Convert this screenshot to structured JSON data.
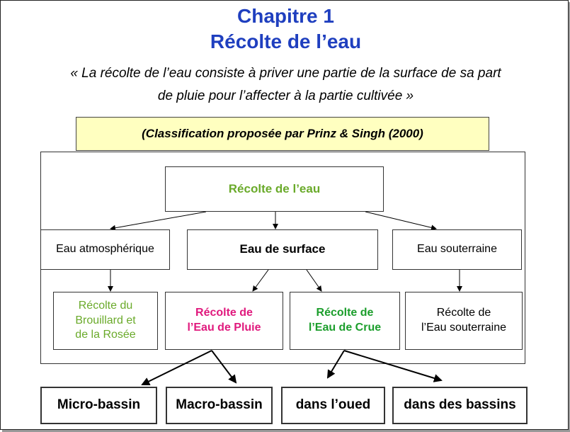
{
  "header": {
    "title_line1": "Chapitre 1",
    "title_line2": "Récolte de l’eau",
    "quote_line1": "« La récolte de l’eau consiste à priver une partie de la surface de sa part",
    "quote_line2": "de pluie pour l’affecter à la partie cultivée »"
  },
  "banner": "(Classification proposée par Prinz & Singh (2000)",
  "diagram": {
    "root": "Récolte de l’eau",
    "level1": {
      "atmospheric": "Eau atmosphérique",
      "surface": "Eau de surface",
      "underground": "Eau souterraine"
    },
    "level2": {
      "fog": [
        "Récolte du",
        "Brouillard et",
        "de la Rosée"
      ],
      "rain": [
        "Récolte de",
        "l’Eau de Pluie"
      ],
      "flood": [
        "Récolte de",
        "l’Eau de Crue"
      ],
      "groundwater": [
        "Récolte de",
        "l’Eau souterraine"
      ]
    },
    "level3": {
      "micro": "Micro-bassin",
      "macro": "Macro-bassin",
      "oued": "dans l’oued",
      "basins": "dans des bassins"
    }
  },
  "colors": {
    "title": "#1f3fbf",
    "banner_bg": "#ffffc0",
    "root_text": "#6aaa2a",
    "rain_text": "#e0197d",
    "flood_text": "#1c9e2c"
  }
}
